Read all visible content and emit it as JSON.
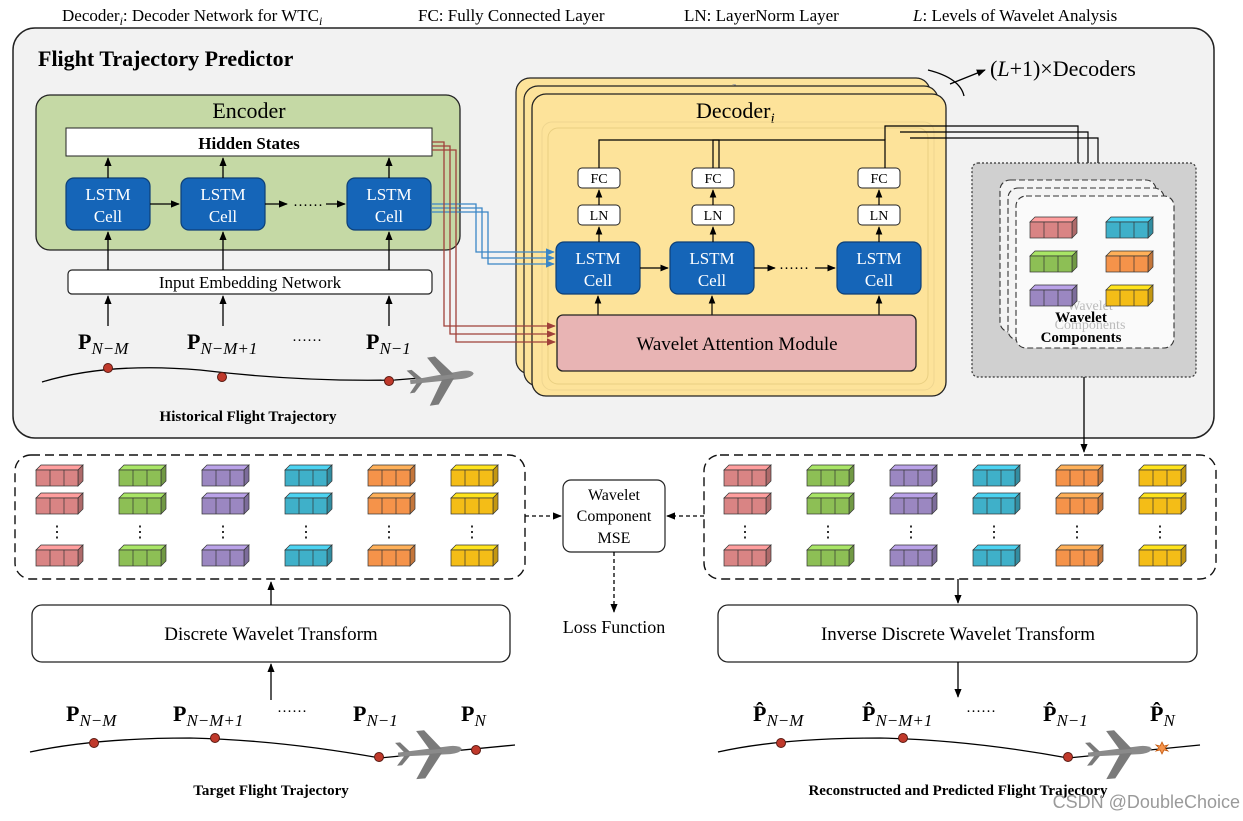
{
  "colors": {
    "lstm": "#1565b8",
    "encoder_bg": "#c5d9a5",
    "decoder_bg": "#fde39a",
    "attention": "#e8b4b4",
    "blue_arrow": "#3a86c6",
    "red_arrow": "#a0413a",
    "cube_red": "#d98484",
    "cube_green": "#8dbf55",
    "cube_purple": "#9b87c1",
    "cube_cyan": "#3fb0c9",
    "cube_orange": "#f5934a",
    "cube_yellow": "#f4bd17"
  },
  "legend": {
    "decoder": {
      "main": "Decoder",
      "sub": "i",
      "rest": ": Decoder Network for WTC",
      "sub2": "i"
    },
    "fc": "FC: Fully Connected Layer",
    "ln": "LN: LayerNorm Layer",
    "levels": {
      "italic": "L",
      "rest": ": Levels of Wavelet Analysis"
    }
  },
  "predictor": {
    "title": "Flight Trajectory Predictor",
    "encoder": {
      "title": "Encoder",
      "hidden_states": "Hidden States",
      "cell_line1": "LSTM",
      "cell_line2": "Cell",
      "ellipsis": "······",
      "embedding": "Input Embedding Network"
    },
    "inputs": {
      "p": "P",
      "p_nm": "N−M",
      "p_nm1": "N−M+1",
      "p_n1": "N−1",
      "ellipsis": "······"
    },
    "historical_caption": "Historical Flight Trajectory",
    "decoder": {
      "back_title": "Decoder",
      "title": "Decoder",
      "title_sub": "i",
      "fc": "FC",
      "ln": "LN",
      "cell_line1": "LSTM",
      "cell_line2": "Cell",
      "ellipsis": "······",
      "attention": "Wavelet Attention Module",
      "count_label": {
        "open": "(",
        "italic": "L",
        "close": "+1)×Decoders"
      }
    },
    "components": {
      "faint": [
        "Wavelet",
        "Components"
      ],
      "label_line1": "Wavelet",
      "label_line2": "Components"
    }
  },
  "loss": {
    "mse_line1": "Wavelet",
    "mse_line2": "Component",
    "mse_line3": "MSE",
    "loss_function": "Loss Function"
  },
  "grid": {
    "vdots": "⋮"
  },
  "dwt": "Discrete Wavelet Transform",
  "idwt": "Inverse Discrete Wavelet Transform",
  "target": {
    "caption": "Target Flight Trajectory",
    "p": "P",
    "p_nm": "N−M",
    "p_nm1": "N−M+1",
    "p_n1": "N−1",
    "p_n": "N",
    "ellipsis": "······"
  },
  "reconstructed": {
    "caption": "Reconstructed and Predicted Flight Trajectory",
    "p": "P̂",
    "p_nm": "N−M",
    "p_nm1": "N−M+1",
    "p_n1": "N−1",
    "p_n": "N",
    "ellipsis": "······"
  },
  "watermark": "CSDN @DoubleChoice"
}
